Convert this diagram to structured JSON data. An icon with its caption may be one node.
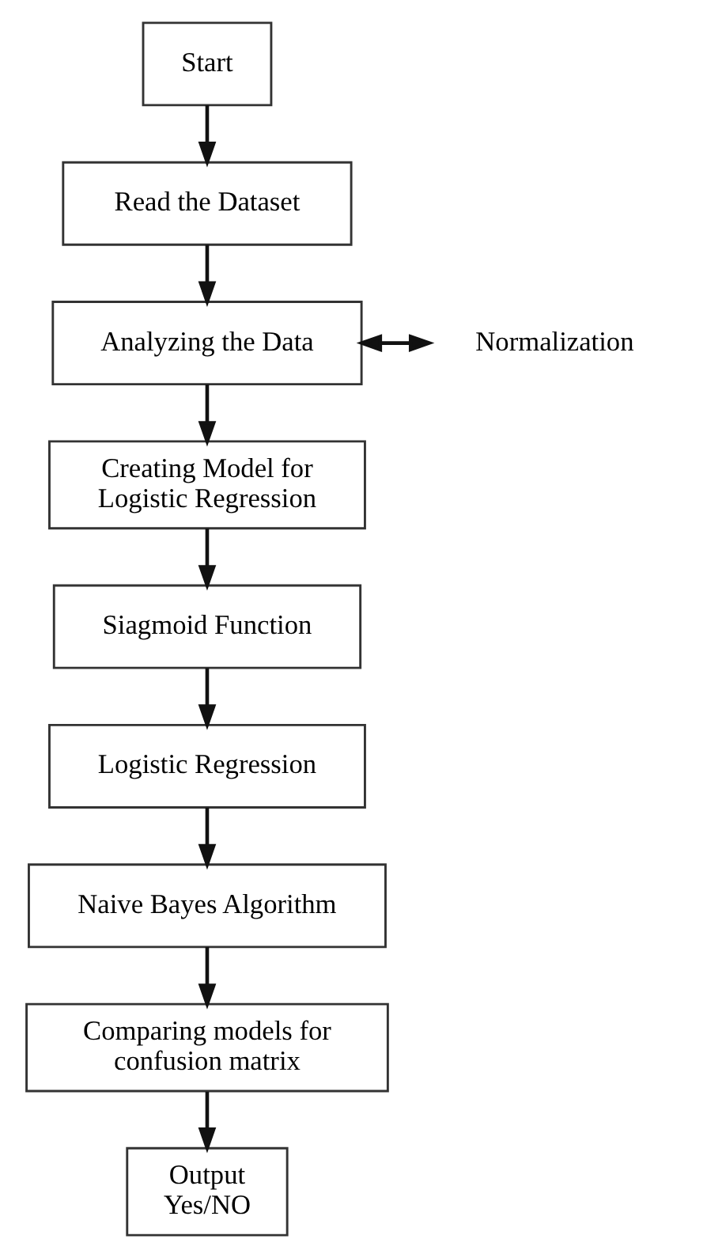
{
  "diagram": {
    "nodes": [
      {
        "text": [
          "Start"
        ]
      },
      {
        "text": [
          "Read the Dataset"
        ]
      },
      {
        "text": [
          "Analyzing the Data"
        ]
      },
      {
        "text": [
          "Normalization"
        ]
      },
      {
        "text": [
          "Creating Model for Logistic Regression"
        ]
      },
      {
        "text": [
          "Siagmoid Function"
        ]
      },
      {
        "text": [
          "Logistic Regression"
        ]
      },
      {
        "text": [
          "Naive Bayes Algorithm"
        ]
      },
      {
        "text": [
          "Comparing models for confusion matrix"
        ]
      },
      {
        "text": [
          "Output Yes/NO"
        ]
      }
    ],
    "edges": [
      {
        "from": 0,
        "to": 1,
        "arrow": "to"
      },
      {
        "from": 1,
        "to": 2,
        "arrow": "to"
      },
      {
        "from": 2,
        "to": 3,
        "arrow": "both"
      },
      {
        "from": 2,
        "to": 4,
        "arrow": "to"
      },
      {
        "from": 4,
        "to": 5,
        "arrow": "to"
      },
      {
        "from": 5,
        "to": 6,
        "arrow": "to"
      },
      {
        "from": 6,
        "to": 7,
        "arrow": "to"
      },
      {
        "from": 7,
        "to": 8,
        "arrow": "to"
      },
      {
        "from": 8,
        "to": 9,
        "arrow": "to"
      }
    ]
  }
}
